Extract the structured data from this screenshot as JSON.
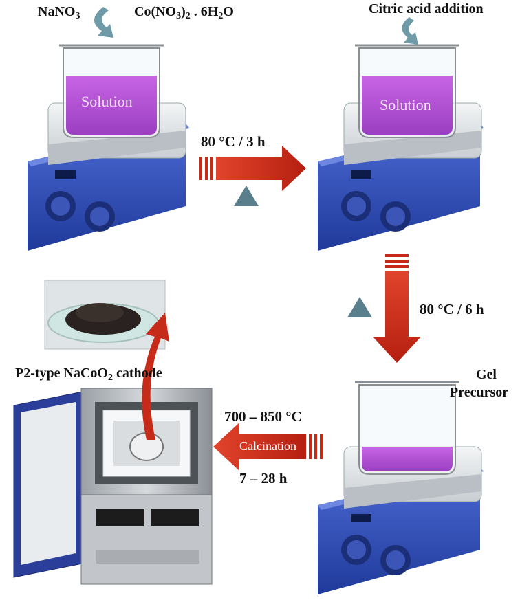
{
  "step1": {
    "reagent_a": "NaNO",
    "reagent_a_sub": "3",
    "reagent_b_part1": "Co(NO",
    "reagent_b_sub1": "3",
    "reagent_b_part2": ")",
    "reagent_b_sub2": "2",
    "reagent_b_part3": " . 6H",
    "reagent_b_sub3": "2",
    "reagent_b_part4": "O",
    "beaker_text": "Solution"
  },
  "arrow1": {
    "label": "80 °C / 3 h"
  },
  "step2": {
    "title": "Citric acid addition",
    "beaker_text": "Solution"
  },
  "arrow2": {
    "label": "80 °C / 6 h"
  },
  "step3": {
    "title_line1": "Gel",
    "title_line2": "Precursor"
  },
  "arrow3": {
    "label_top": "700 – 850 °C",
    "label_in": "Calcination",
    "label_bottom": "7 – 28 h"
  },
  "product": {
    "label_part1": "P2-type NaCoO",
    "label_sub": "2",
    "label_part2": " cathode"
  },
  "colors": {
    "solution": "#b44fd6",
    "arrow_red": "#c62a18",
    "hotplate_blue": "#2f4fb8",
    "hotplate_top": "#dfe3e6",
    "triangle": "#5a7f8c",
    "swirl": "#6f9aa8"
  },
  "icons": [
    "beaker-icon",
    "hotplate-icon",
    "furnace-icon",
    "powder-dish-icon",
    "heat-triangle-icon"
  ]
}
